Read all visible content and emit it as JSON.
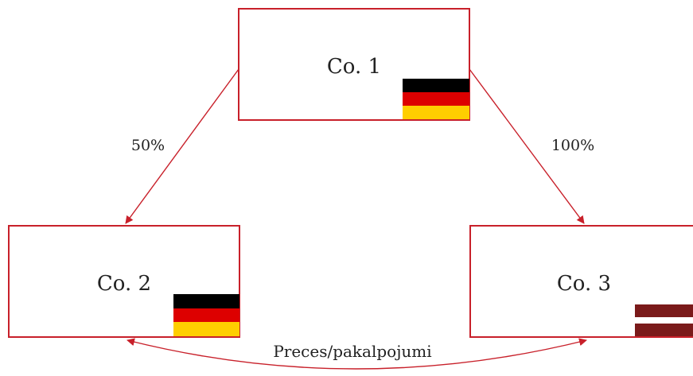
{
  "nodes": [
    {
      "id": "co1",
      "label": "Co. 1",
      "flag": "germany-flag"
    },
    {
      "id": "co2",
      "label": "Co. 2",
      "flag": "germany-flag"
    },
    {
      "id": "co3",
      "label": "Co. 3",
      "flag": "latvia-flag"
    }
  ],
  "edges": [
    {
      "from": "co1",
      "to": "co2",
      "label": "50%"
    },
    {
      "from": "co1",
      "to": "co3",
      "label": "100%"
    },
    {
      "from": "co2",
      "to": "co3",
      "label": "Preces/pakalpojumi",
      "direction": "both"
    }
  ],
  "colors": {
    "border": "#c8202a",
    "arrow": "#c8202a",
    "germany": [
      "#000000",
      "#dd0000",
      "#ffce00"
    ],
    "latvia": [
      "#7a1a1a",
      "#ffffff",
      "#7a1a1a"
    ]
  }
}
